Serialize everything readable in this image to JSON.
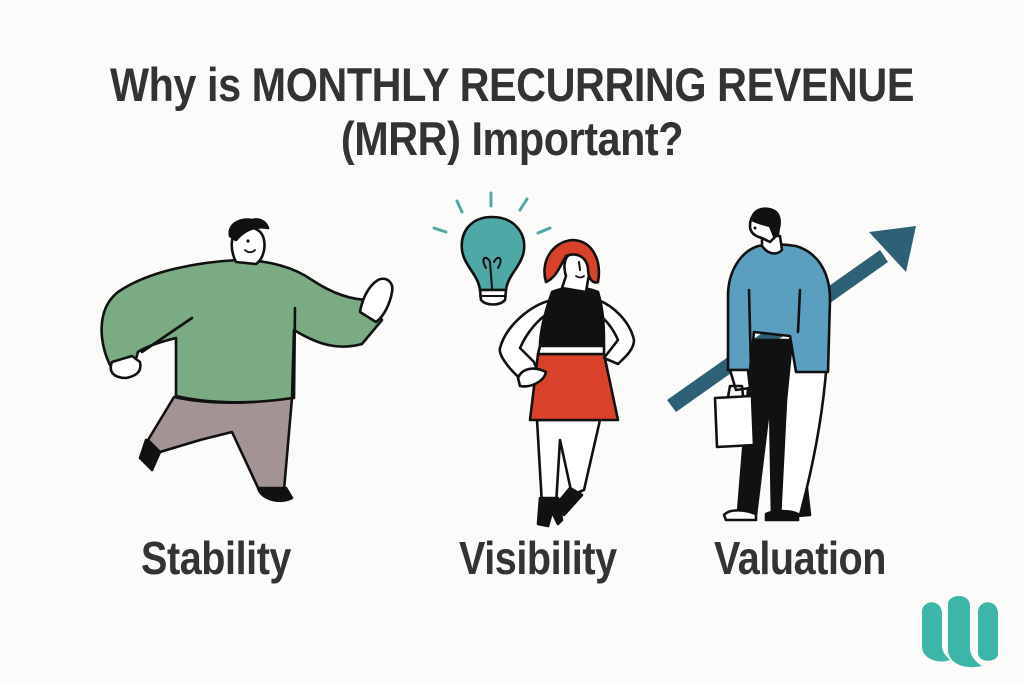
{
  "title": {
    "line1": "Why is MONTHLY RECURRING REVENUE",
    "line2": "(MRR) Important?"
  },
  "items": [
    {
      "label": "Stability",
      "illustration": "walking-man-green-sweater"
    },
    {
      "label": "Visibility",
      "illustration": "woman-with-lightbulb"
    },
    {
      "label": "Valuation",
      "illustration": "man-with-briefcase-and-rising-arrow"
    }
  ],
  "colors": {
    "text": "#333335",
    "background": "#fbfbf9",
    "green_sweater": "#7aab83",
    "mauve_pants": "#a39394",
    "teal_bulb": "#4ea8a6",
    "red_hair_skirt": "#d9422a",
    "blue_sweater": "#5b9fc0",
    "arrow": "#2e6176",
    "logo": "#3db5a8"
  },
  "logo": {
    "name": "brand-logo-mark"
  }
}
